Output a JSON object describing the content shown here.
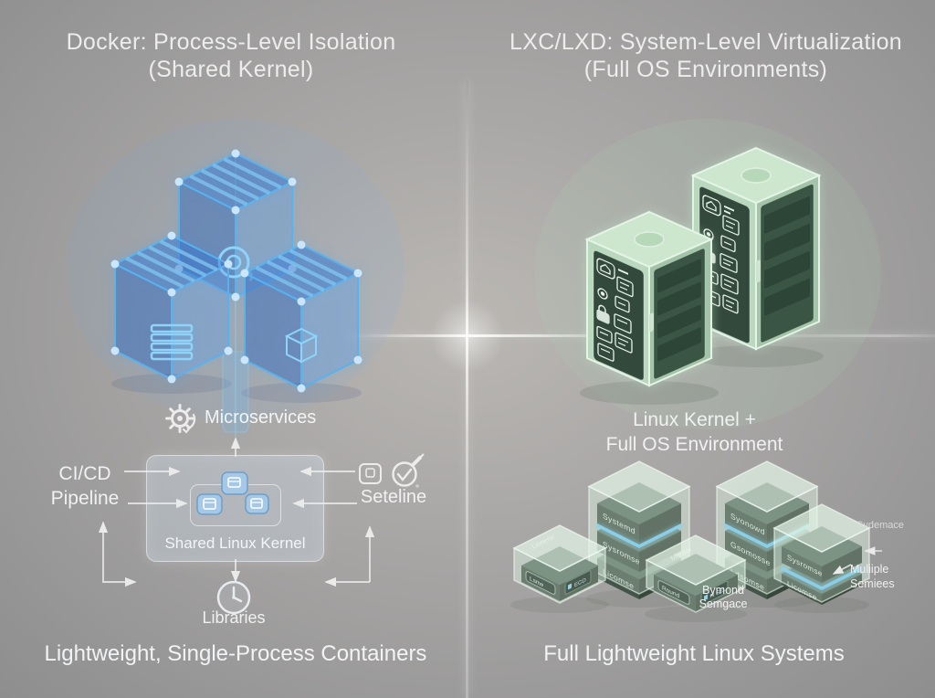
{
  "left": {
    "title": [
      "Docker: Process-Level Isolation",
      "(Shared Kernel)"
    ],
    "microservices_label": "Microservices",
    "cicd_label": [
      "CI/CD",
      "Pipeline"
    ],
    "seteline_label": "Seteline",
    "kernel_box_label": "Shared Linux Kernel",
    "libraries_label": "Libraries",
    "caption": "Lightweight, Single-Process Containers"
  },
  "right": {
    "title": [
      "LXC/LXD: System-Level Virtualization",
      "(Full OS Environments)"
    ],
    "kernel_label": [
      "Linux Kernel +",
      "Full OS Environment"
    ],
    "caption": "Full Lightweight Linux Systems",
    "stacks": {
      "flat_left": {
        "lid": "Lionerw",
        "front": "Lsnw",
        "screen": "ECD"
      },
      "tall_left": {
        "slabs": [
          "Systemd",
          "Sysromse",
          "Licomse"
        ]
      },
      "flat_center": {
        "lid": "Monitor",
        "front": "Round",
        "screen": "N SEL"
      },
      "tall_right": {
        "slabs": [
          "Syonowd",
          "Gsomosse",
          "Ldsomse"
        ]
      },
      "medium_right": {
        "slabs": [
          "Sysromse",
          "Licomse"
        ]
      }
    },
    "annotations": {
      "behind_service": [
        "Bymond",
        "Semgace"
      ],
      "sydemace": "Sydemace",
      "multiple_services": [
        "Muliiple",
        "Semiees"
      ]
    }
  },
  "colors": {
    "docker_blue": "#54aaec",
    "lxc_green": "#bfdec4",
    "accent_blue": "#6ec6f0",
    "text_light": "#f0f1f2"
  }
}
